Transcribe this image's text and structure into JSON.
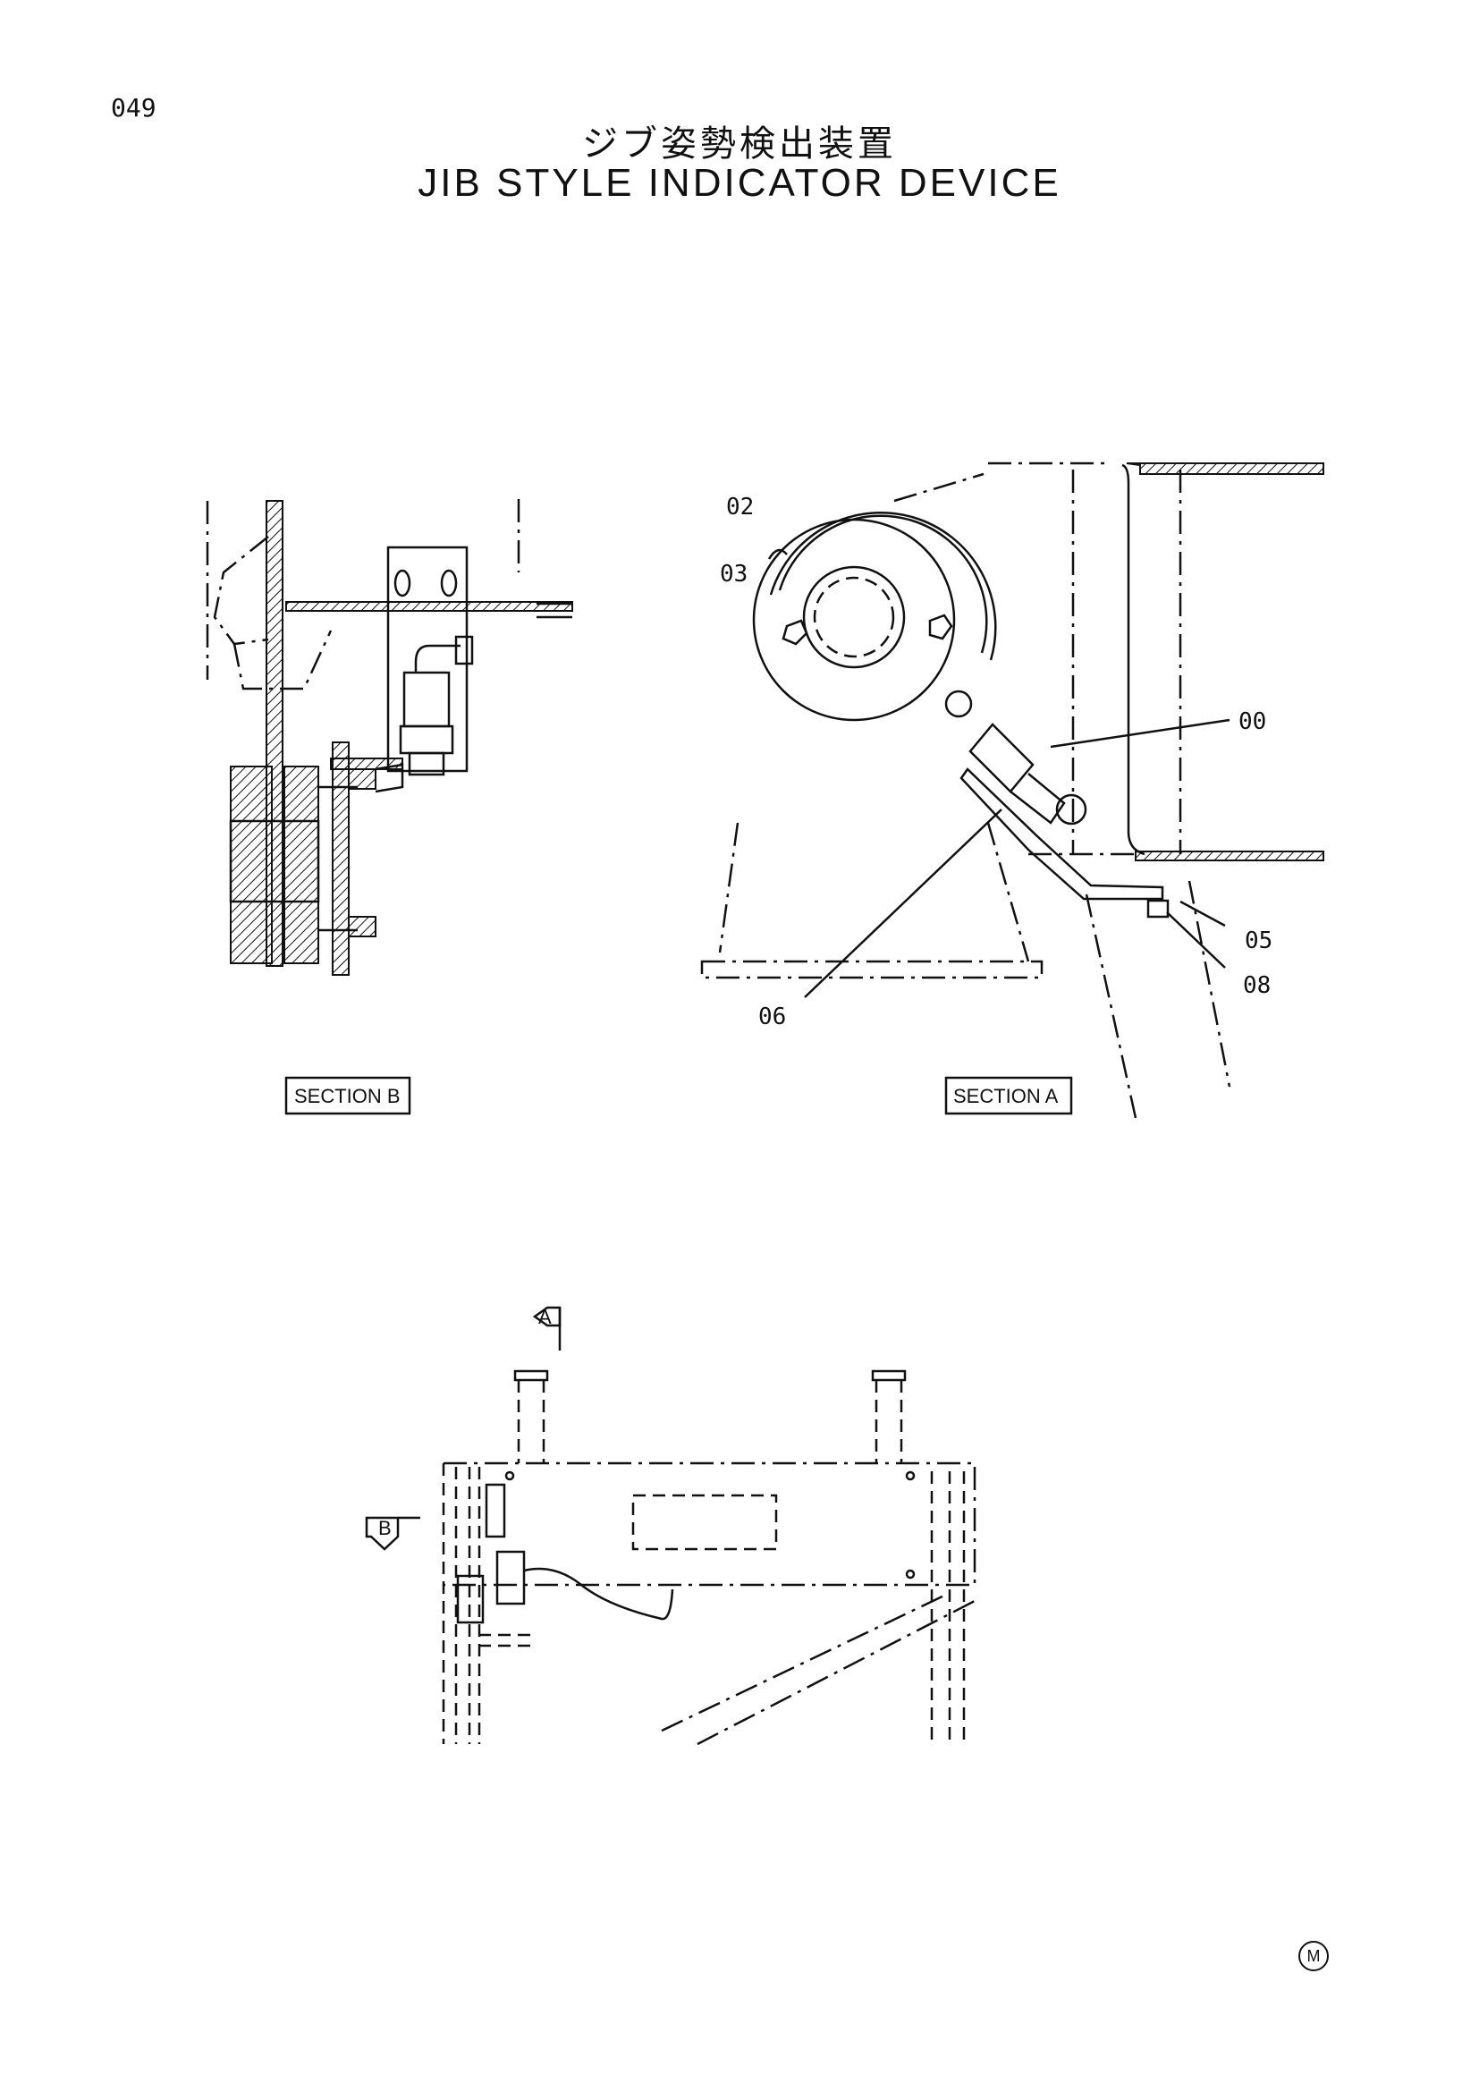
{
  "page": {
    "code": "049"
  },
  "title": {
    "jp": "ジブ姿勢検出装置",
    "en": "JIB STYLE INDICATOR DEVICE"
  },
  "callouts": [
    "00",
    "02",
    "03",
    "05",
    "06",
    "08"
  ],
  "sections": {
    "b": "SECTION B",
    "a": "SECTION A"
  },
  "markers": {
    "view_a": "A",
    "view_b": "B",
    "corner": "M"
  }
}
